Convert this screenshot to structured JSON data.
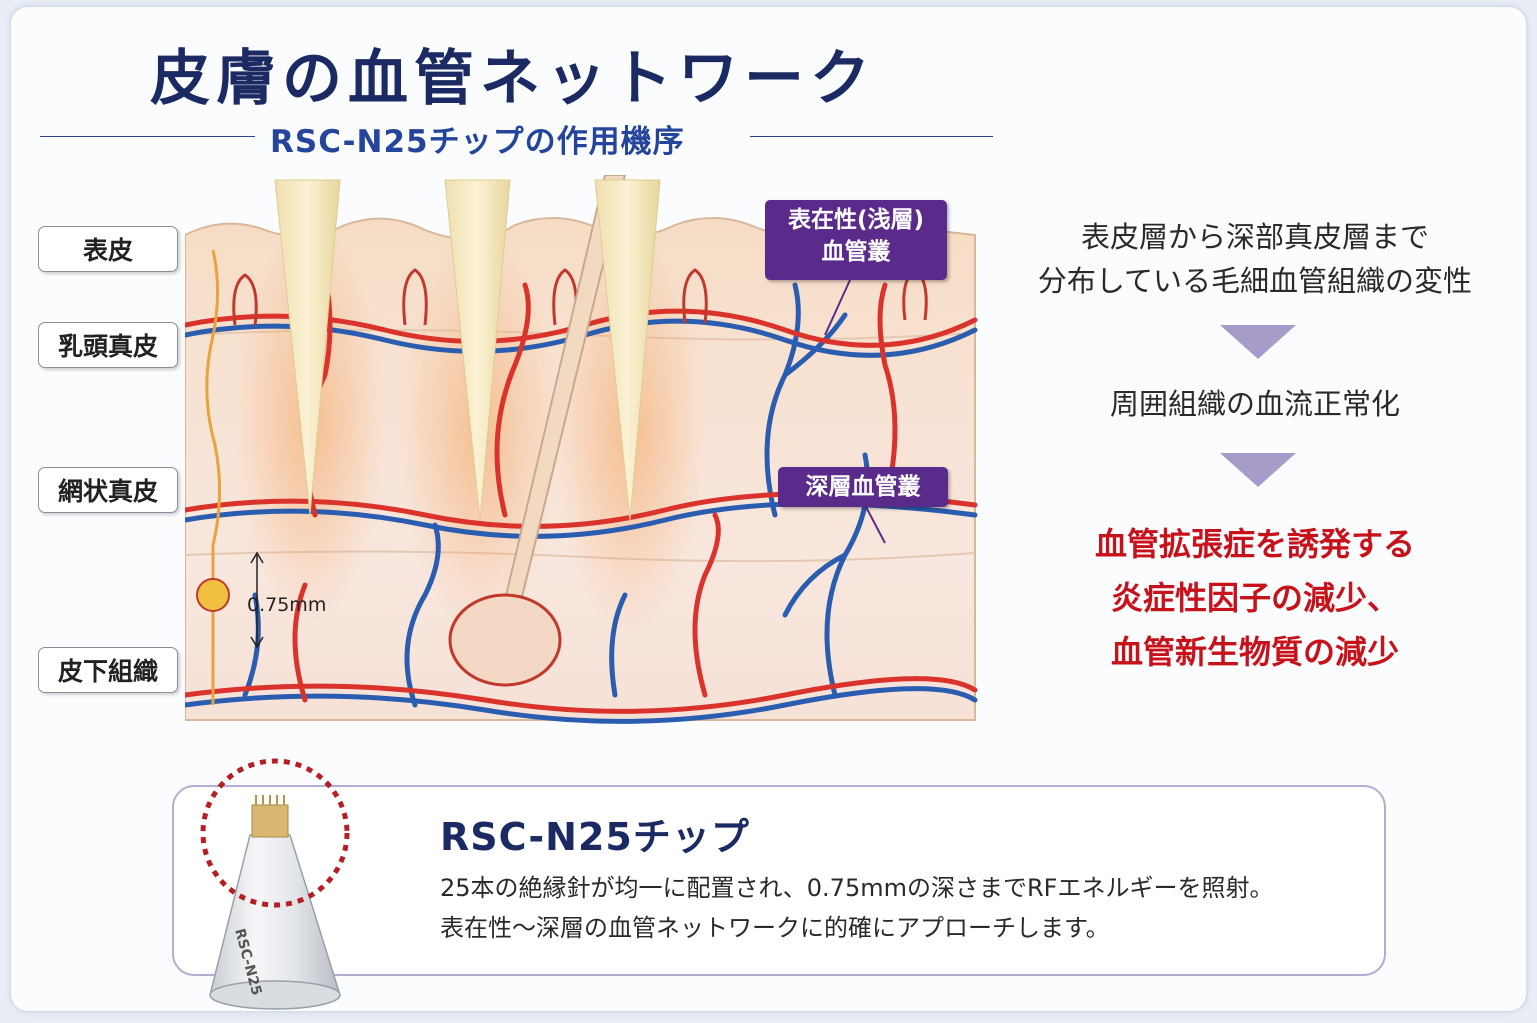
{
  "title": "皮膚の血管ネットワーク",
  "subtitle": "RSC-N25チップの作用機序",
  "layers": {
    "epidermis": "表皮",
    "papillary_dermis": "乳頭真皮",
    "reticular_dermis": "網状真皮",
    "subcutaneous": "皮下組織"
  },
  "plexus": {
    "superficial_line1": "表在性(浅層)",
    "superficial_line2": "血管叢",
    "deep": "深層血管叢"
  },
  "measurement": "0.75mm",
  "mechanism": {
    "step1_line1": "表皮層から深部真皮層まで",
    "step1_line2": "分布している毛細血管組織の変性",
    "step2": "周囲組織の血流正常化",
    "result_line1": "血管拡張症を誘発する",
    "result_line2": "炎症性因子の減少、",
    "result_line3": "血管新生物質の減少"
  },
  "tip": {
    "name": "RSC-N25チップ",
    "desc_line1": "25本の絶縁針が均一に配置され、0.75mmの深さまでRFエネルギーを照射。",
    "desc_line2": "表在性〜深層の血管ネットワークに的確にアプローチします。",
    "engraving": "RSC-N25"
  },
  "colors": {
    "title": "#1b2a63",
    "subtitle": "#24459b",
    "accent_red": "#c8121b",
    "plexus_tag": "#5b2b8c",
    "arrow": "#a69bc9",
    "artery": "#d9332b",
    "vein": "#2a5db0"
  }
}
